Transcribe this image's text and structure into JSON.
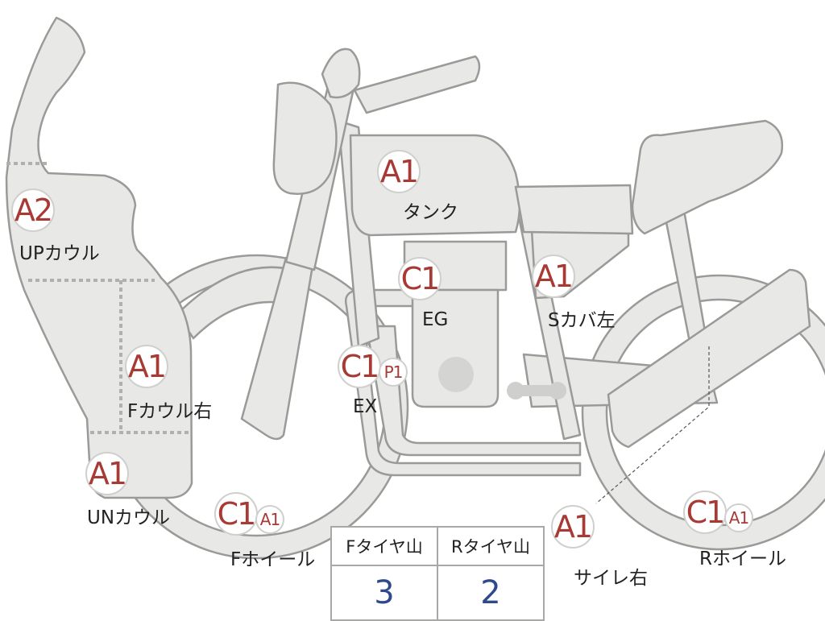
{
  "markers": {
    "up_cowl": {
      "grade": "A2",
      "label": "UPカウル"
    },
    "tank": {
      "grade": "A1",
      "label": "タンク"
    },
    "engine": {
      "grade": "C1",
      "label": "EG"
    },
    "side_cover_left": {
      "grade": "A1",
      "label": "Sカバ左"
    },
    "f_cowl_right": {
      "grade": "A1",
      "label": "Fカウル右"
    },
    "exhaust": {
      "grade": "C1",
      "grade2": "P1",
      "label": "EX"
    },
    "under_cowl": {
      "grade": "A1",
      "label": "UNカウル"
    },
    "front_wheel": {
      "grade": "C1",
      "grade2": "A1",
      "label": "Fホイール"
    },
    "muffler_right": {
      "grade": "A1",
      "label": "サイレ右"
    },
    "rear_wheel": {
      "grade": "C1",
      "grade2": "A1",
      "label": "Rホイール"
    }
  },
  "tyre_table": {
    "headers": [
      "Fタイヤ山",
      "Rタイヤ山"
    ],
    "values": [
      "3",
      "2"
    ]
  }
}
